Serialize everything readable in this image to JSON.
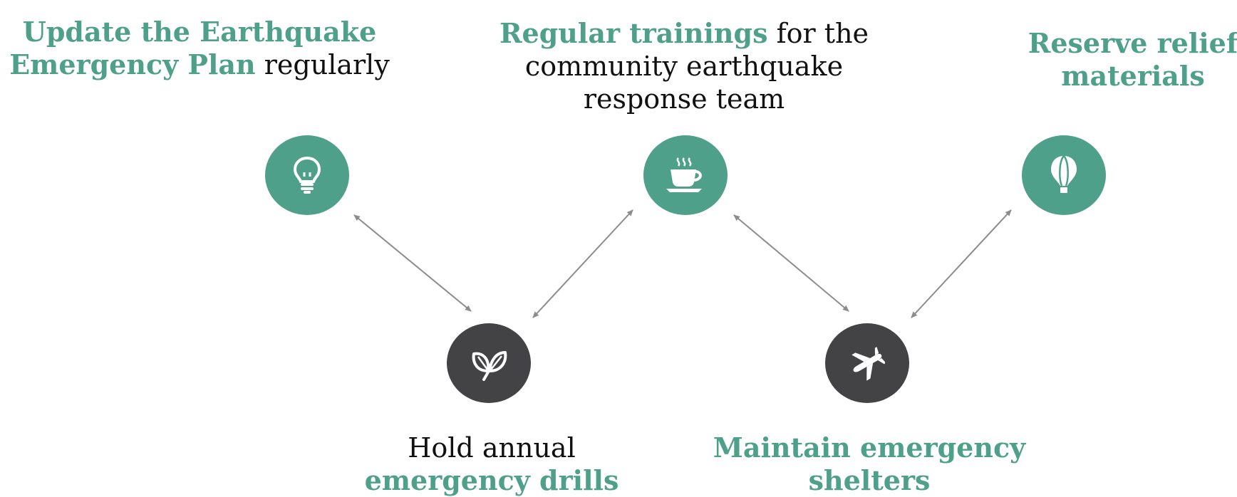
{
  "steps": [
    {
      "id": "update",
      "highlight": "Update the Earthquake Emergency Plan",
      "text": " regularly",
      "icon": "lightbulb-icon",
      "color": "#4fa08a"
    },
    {
      "id": "training",
      "highlight": "Regular trainings",
      "text": " for the community earthquake response team",
      "icon": "coffee-cup-icon",
      "color": "#4fa08a"
    },
    {
      "id": "reserve",
      "highlight": "Reserve relief materials",
      "text": "",
      "icon": "hot-air-balloon-icon",
      "color": "#4fa08a"
    },
    {
      "id": "drills",
      "text": "Hold annual ",
      "highlight": "emergency drills",
      "icon": "leaf-icon",
      "color": "#434346"
    },
    {
      "id": "shelters",
      "highlight": "Maintain emergency shelters",
      "text": "",
      "icon": "airplane-icon",
      "color": "#434346"
    }
  ],
  "colors": {
    "accent": "#4fa08a",
    "dark": "#434346",
    "arrow": "#8c8c8c"
  }
}
